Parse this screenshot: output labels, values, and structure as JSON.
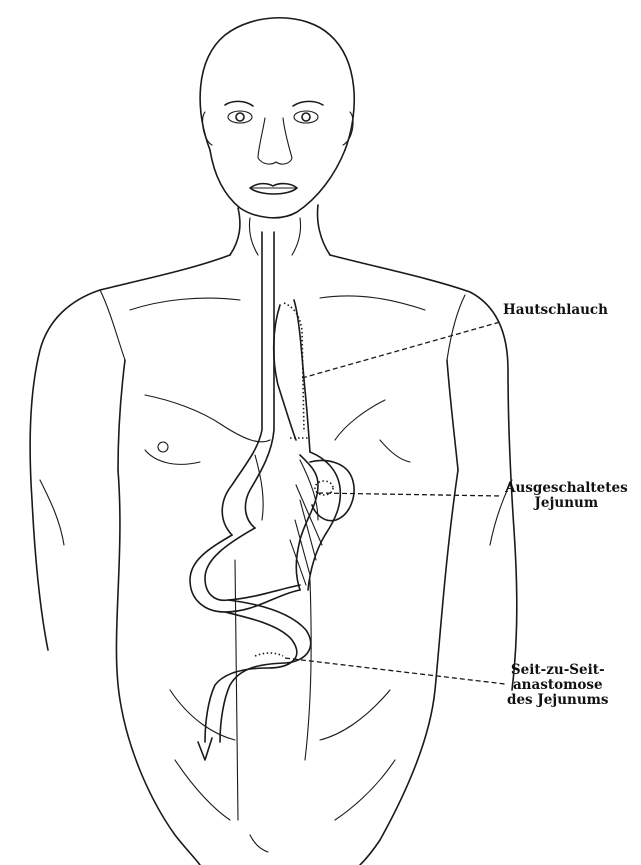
{
  "labels": {
    "hautschlauch": "Hautschlauch",
    "ausgeschaltetes_line1": "Ausgeschaltetes",
    "ausgeschaltetes_line2": "Jejunum",
    "seit_line1": "Seit-zu-Seit-",
    "seit_line2": "anastomose",
    "seit_line3": "des  Jejunums"
  },
  "colors": {
    "ink": "#1a1a1a",
    "background": "#ffffff"
  }
}
